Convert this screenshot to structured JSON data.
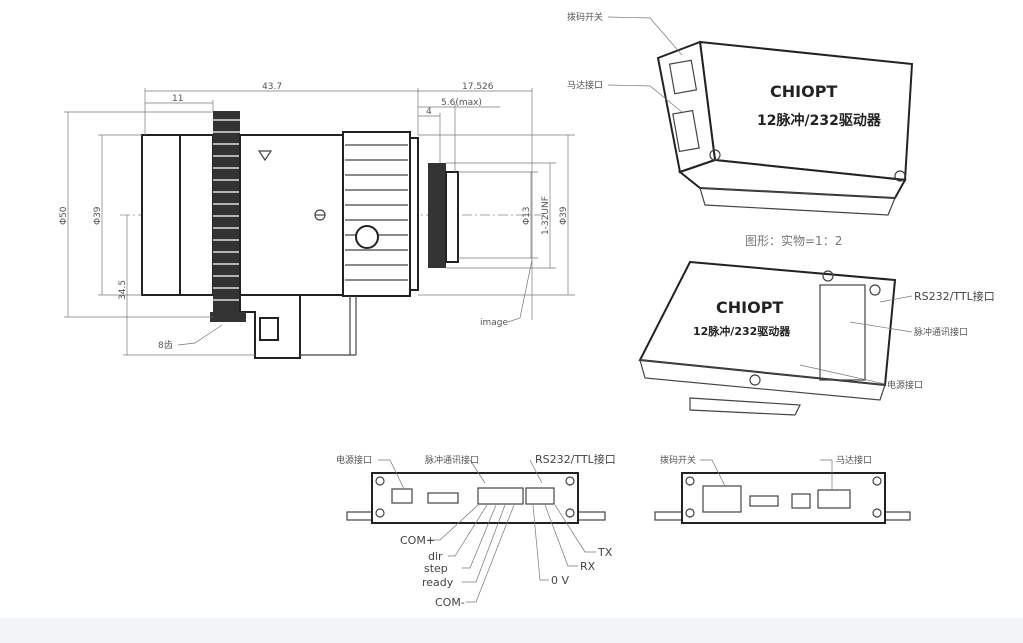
{
  "lens_drawing": {
    "dims": {
      "overall_length": "43.7",
      "front_to_gear": "11",
      "back_focus": "17.526",
      "max_protrusion": "5.6(max)",
      "thread_length": "4",
      "outer_dia": "Φ50",
      "body_dia": "Φ39",
      "axis_height": "34.5",
      "rear_dia": "Φ13",
      "thread": "1-32UNF",
      "rear_body_dia": "Φ39"
    },
    "labels": {
      "image": "image",
      "gear_teeth": "8齿"
    }
  },
  "driver_views": {
    "top": {
      "brand": "CHIOPT",
      "model": "12脉冲/232驱动器",
      "dip_switch": "拨码开关",
      "motor_port": "马达接口"
    },
    "scale_note": "图形：实物=1：2",
    "bottom": {
      "brand": "CHIOPT",
      "model": "12脉冲/232驱动器",
      "rs232": "RS232/TTL接口",
      "pulse": "脉冲通讯接口",
      "power": "电源接口"
    }
  },
  "front_panel": {
    "power": "电源接口",
    "pulse": "脉冲通讯接口",
    "rs232": "RS232/TTL接口",
    "pins": [
      "COM+",
      "dir",
      "step",
      "ready",
      "COM-",
      "0 V",
      "RX",
      "TX"
    ]
  },
  "back_panel": {
    "dip_switch": "拨码开关",
    "motor_port": "马达接口"
  }
}
